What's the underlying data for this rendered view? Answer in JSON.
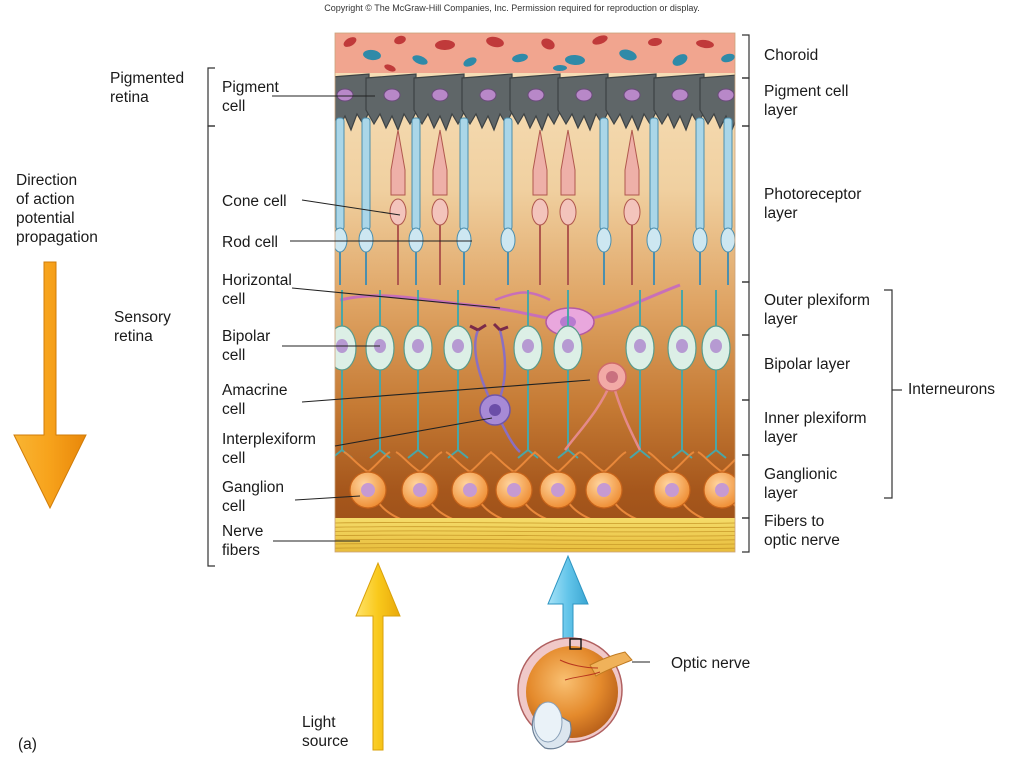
{
  "copyright": "Copyright © The McGraw-Hill Companies, Inc. Permission required for reproduction or display.",
  "panel_letter": "(a)",
  "left_labels": {
    "pigmented_retina": "Pigmented\nretina",
    "sensory_retina": "Sensory\nretina",
    "direction": "Direction\nof action\npotential\npropagation",
    "light_source": "Light\nsource"
  },
  "cell_labels": {
    "pigment_cell": "Pigment\ncell",
    "cone_cell": "Cone cell",
    "rod_cell": "Rod cell",
    "horizontal_cell": "Horizontal\ncell",
    "bipolar_cell": "Bipolar\ncell",
    "amacrine_cell": "Amacrine\ncell",
    "interplexiform_cell": "Interplexiform\ncell",
    "ganglion_cell": "Ganglion\ncell",
    "nerve_fibers": "Nerve\nfibers"
  },
  "layer_labels": {
    "choroid": "Choroid",
    "pigment_cell_layer": "Pigment cell\nlayer",
    "photoreceptor_layer": "Photoreceptor\nlayer",
    "outer_plexiform_layer": "Outer plexiform\nlayer",
    "bipolar_layer": "Bipolar layer",
    "inner_plexiform_layer": "Inner plexiform\nlayer",
    "ganglionic_layer": "Ganglionic\nlayer",
    "fibers_to_optic_nerve": "Fibers to\noptic nerve",
    "interneurons": "Interneurons"
  },
  "eye_labels": {
    "optic_nerve": "Optic nerve"
  },
  "colors": {
    "choroid": "#f0a08a",
    "pigment": "#5e6466",
    "photoreceptor_bg": "#f6dcb4",
    "plexiform_bg": "#d99a58",
    "ganglion_bg": "#b8651f",
    "fibers": "#efcf55",
    "rod": "#a9d3e4",
    "cone": "#e9a9a0",
    "bipolar": "#d8efe4",
    "horizontal": "#d98ed0",
    "amacrine": "#f0a5a0",
    "interplexiform": "#9c84c8",
    "ganglion": "#f4a24e",
    "arrow_orange": "#f7a21b",
    "arrow_yellow": "#f7c61c",
    "arrow_blue": "#63c5ea"
  }
}
